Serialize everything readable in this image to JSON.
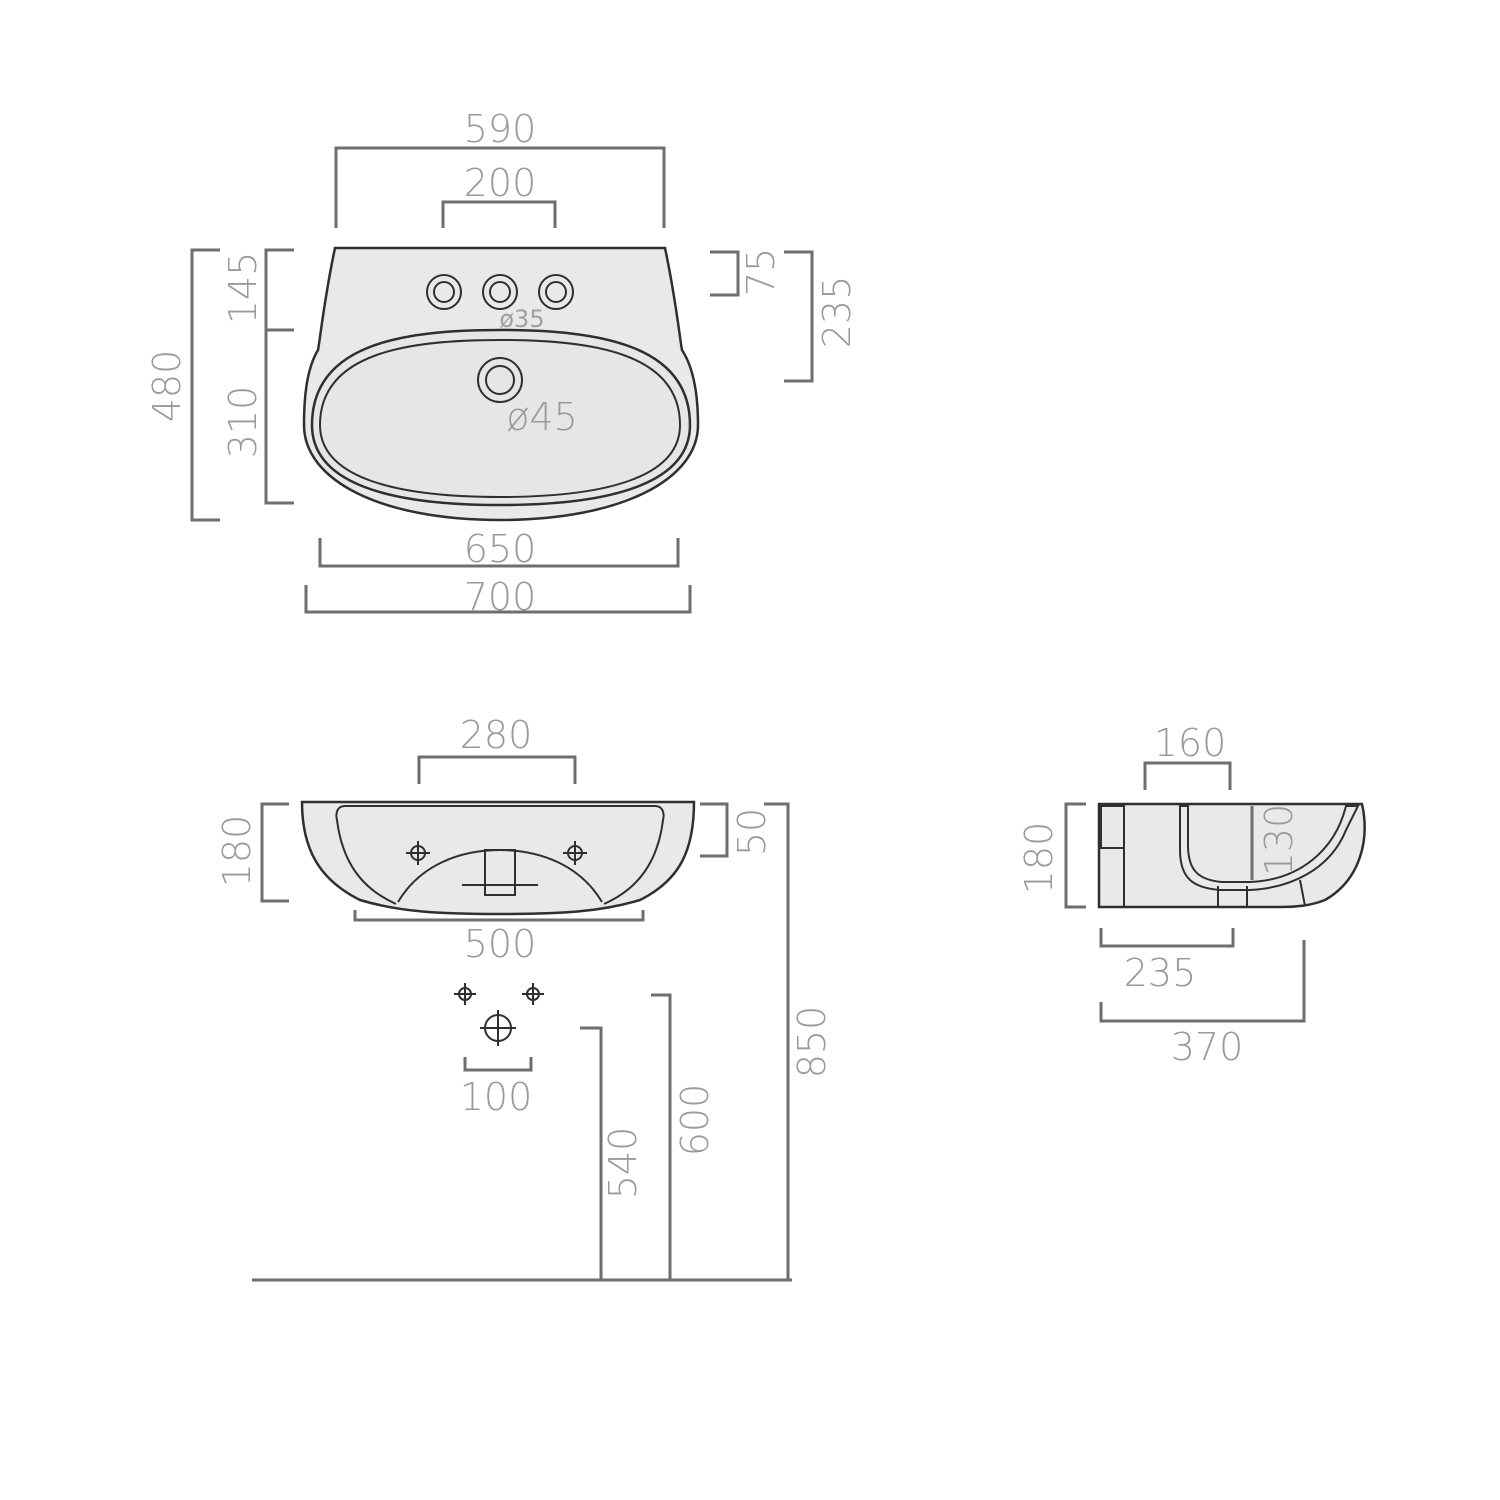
{
  "top_view": {
    "dim_width_top": "590",
    "dim_tap_spacing": "200",
    "dim_total_depth": "480",
    "dim_back_to_holes": "145",
    "dim_bowl_depth": "310",
    "dim_tap_offset": "75",
    "dim_back_to_waste": "235",
    "tap_hole_diameter": "ø35",
    "waste_hole_diameter": "ø45",
    "dim_bowl_width": "650",
    "dim_overall_width": "700"
  },
  "front_view": {
    "dim_fixing_spacing": "280",
    "dim_height": "180",
    "dim_rim_to_fixing": "50",
    "dim_bottom_width": "500",
    "dim_supply_spacing": "100",
    "dim_waste_height": "540",
    "dim_supply_height": "600",
    "dim_rim_height": "850"
  },
  "side_view": {
    "dim_waste_to_wall": "160",
    "dim_height": "180",
    "dim_inner_depth": "130",
    "dim_wall_depth": "235",
    "dim_projection": "370"
  },
  "colors": {
    "dimension_line": "#6e6e6e",
    "outline": "#2f2f2f",
    "ceramic_fill": "#e9e9e9",
    "label_text": "#9a9a9a"
  }
}
